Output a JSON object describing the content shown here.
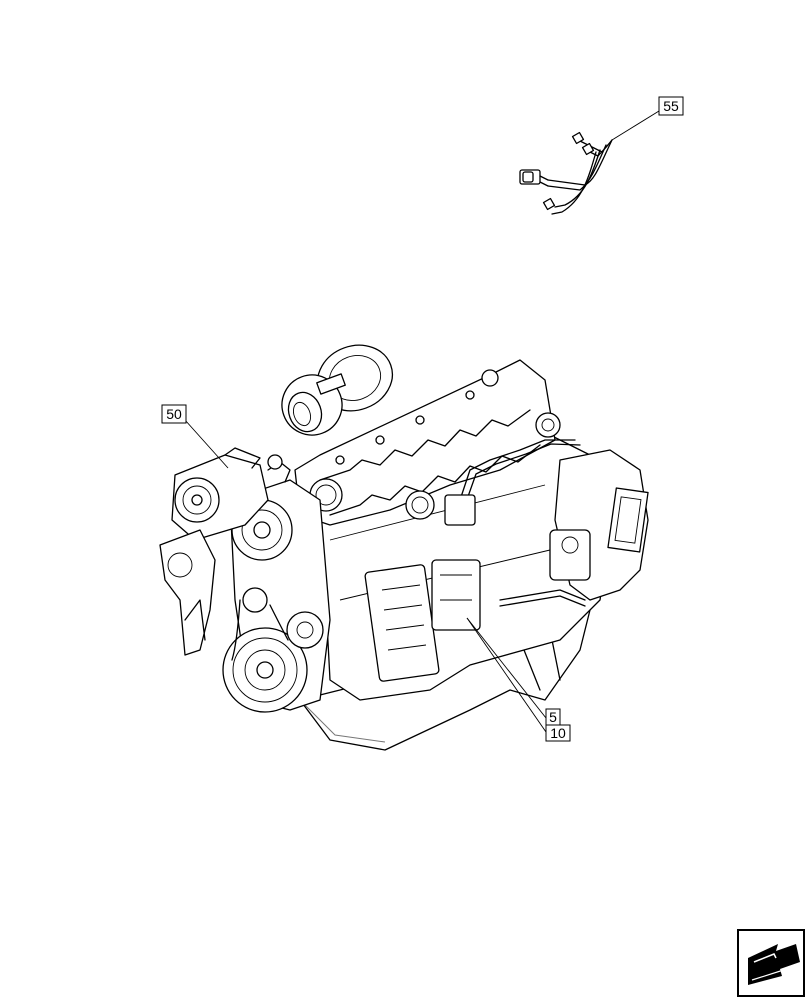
{
  "callouts": {
    "c55": "55",
    "c50": "50",
    "c5": "5",
    "c10": "10"
  },
  "icons": {
    "nav": "next-page-arrow-icon"
  }
}
